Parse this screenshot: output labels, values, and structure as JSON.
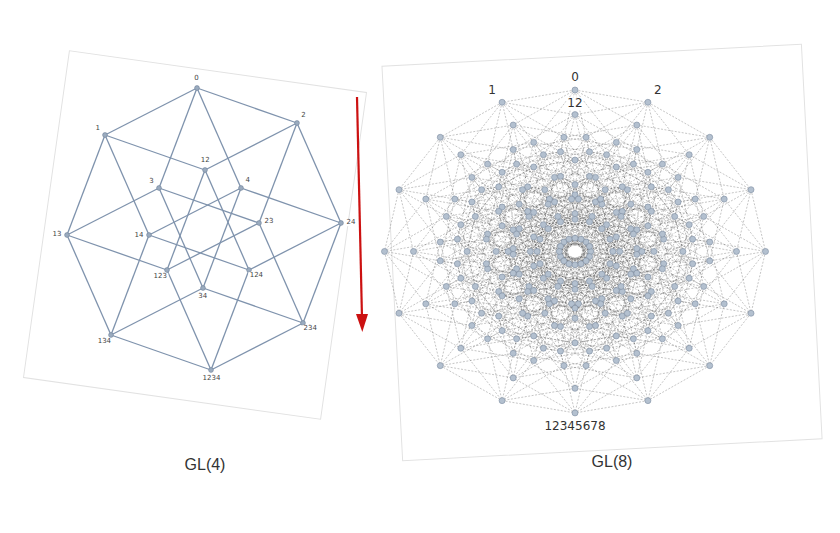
{
  "diagram": {
    "labels": [
      "0",
      "1",
      "2",
      "12",
      "3",
      "13",
      "23",
      "123",
      "4",
      "14",
      "24",
      "124",
      "34",
      "134",
      "234",
      "1234",
      "0",
      "1",
      "2",
      "12",
      "12345678",
      "GL(4)",
      "GL(8)"
    ]
  }
}
